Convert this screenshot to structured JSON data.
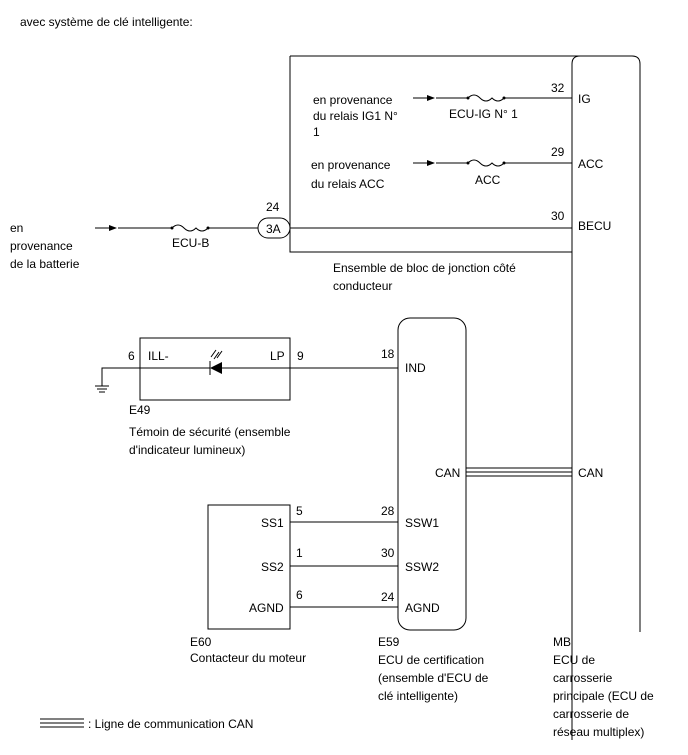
{
  "header": "avec système de clé intelligente:",
  "battery_source": [
    "en",
    "provenance",
    "de la batterie"
  ],
  "fuses": {
    "ecu_b": "ECU-B",
    "ecu_ig": "ECU-IG N° 1",
    "acc": "ACC"
  },
  "sources": {
    "ig1": [
      "en provenance",
      "du relais IG1 N°",
      "1"
    ],
    "acc": [
      "en provenance",
      "du relais ACC"
    ]
  },
  "pins": {
    "p32": "32",
    "p29": "29",
    "p30": "30",
    "p24": "24",
    "p6": "6",
    "p9": "9",
    "p18": "18",
    "p5": "5",
    "p28": "28",
    "p1": "1",
    "p30b": "30",
    "p6b": "6",
    "p24b": "24"
  },
  "connector_3a": "3A",
  "terminals": {
    "ig": "IG",
    "acc": "ACC",
    "becu": "BECU",
    "can_mb": "CAN",
    "ill": "ILL-",
    "lp": "LP",
    "ind": "IND",
    "can_e59": "CAN",
    "ssw1": "SSW1",
    "ssw2": "SSW2",
    "agnd_e59": "AGND",
    "ss1": "SS1",
    "ss2": "SS2",
    "agnd_e60": "AGND"
  },
  "junction_block": [
    "Ensemble de bloc de jonction côté",
    "conducteur"
  ],
  "e49": {
    "code": "E49",
    "desc": [
      "Témoin de sécurité (ensemble",
      "d'indicateur lumineux)"
    ]
  },
  "e60": {
    "code": "E60",
    "desc": [
      "Contacteur du moteur"
    ]
  },
  "e59": {
    "code": "E59",
    "desc": [
      "ECU de certification",
      "(ensemble d'ECU de",
      "clé intelligente)"
    ]
  },
  "mb": {
    "code": "MB",
    "desc": [
      "ECU de",
      "carrosserie",
      "principale (ECU de",
      "carrosserie de",
      "réseau multiplex)"
    ]
  },
  "legend": ": Ligne de communication CAN"
}
